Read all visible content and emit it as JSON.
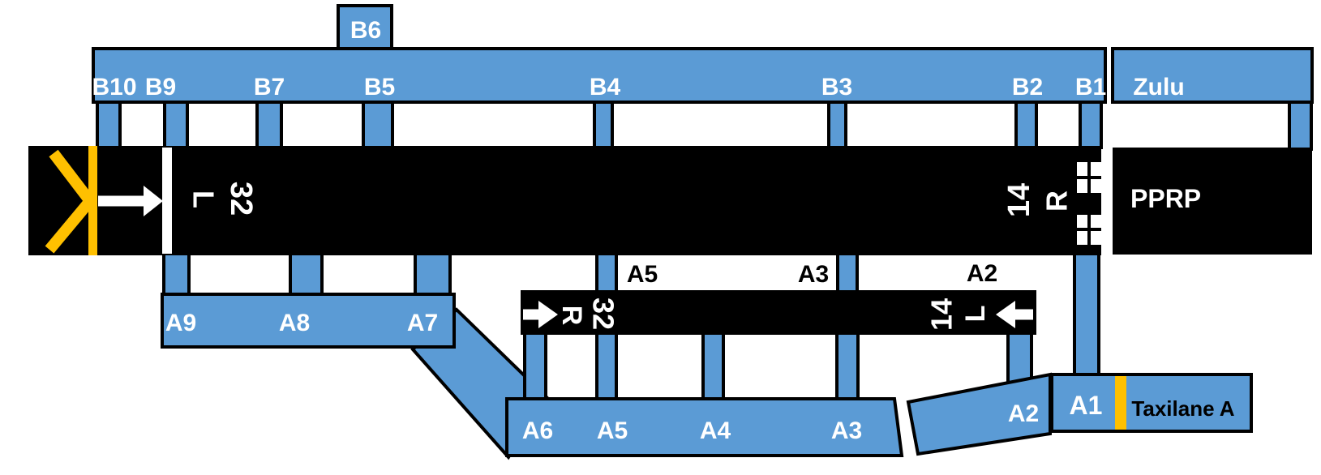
{
  "colors": {
    "taxiway_blue": "#5B9BD5",
    "marking_yellow": "#FFC000",
    "runway_black": "#000000",
    "marking_white": "#FFFFFF"
  },
  "taxiway_b": {
    "b6": "B6",
    "exits": [
      "B10",
      "B9",
      "B7",
      "B5",
      "B4",
      "B3",
      "B2",
      "B1"
    ],
    "zulu": "Zulu"
  },
  "pprp": {
    "label": "PPRP"
  },
  "runway_main": {
    "left_number": "32",
    "left_letter": "L",
    "right_number": "14",
    "right_letter": "R"
  },
  "runway_parallel": {
    "left_number": "32",
    "left_letter": "R",
    "right_number": "14",
    "right_letter": "L"
  },
  "taxiway_a_upper": {
    "exits": [
      "A9",
      "A8",
      "A7"
    ]
  },
  "taxiway_a_lower": {
    "exits": [
      "A6",
      "A5",
      "A4",
      "A3"
    ]
  },
  "runway_crossings": {
    "labels": [
      "A5",
      "A3",
      "A2"
    ]
  },
  "apron": {
    "a2": "A2",
    "a1": "A1",
    "taxilane": "Taxilane A"
  }
}
